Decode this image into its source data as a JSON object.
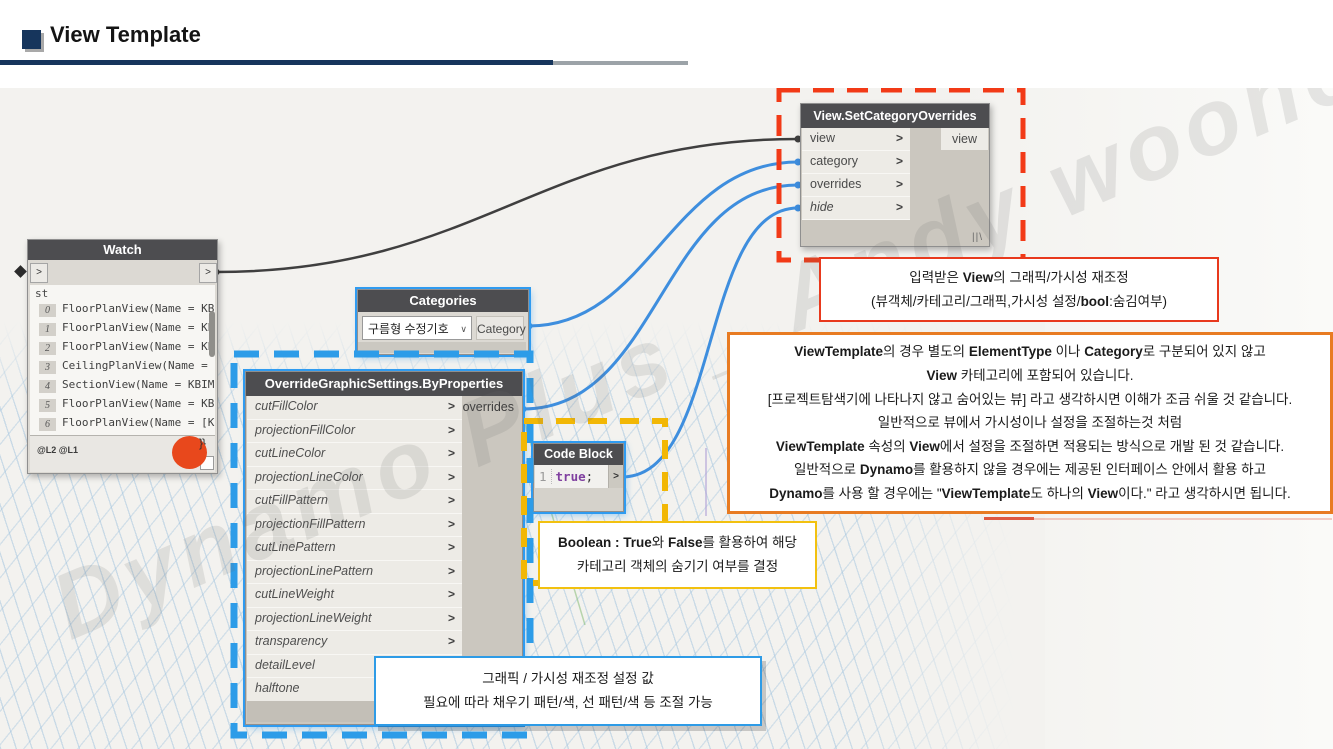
{
  "header": {
    "title": "View Template"
  },
  "watermark": "Dynamo Plus _ Andy woohol",
  "ui": {
    "port_chevron": ">",
    "dropdown_chevron": "∨"
  },
  "colors": {
    "title_navy": "#16355c",
    "node_header": "#4d4d50",
    "selection_blue": "#2f9bf0",
    "wire_blue": "#3e8ede",
    "wire_dark": "#3f3f3f",
    "dashed_red": "#f23a17",
    "dashed_blue": "#2d9ce8",
    "dashed_yellow": "#f2b705",
    "note_orange_border": "#e87b22",
    "annotation_circle": "#e8481c"
  },
  "nodes": {
    "watch": {
      "title": "Watch",
      "in_port": ">",
      "out_port": ">",
      "list_prefix": "st",
      "items": [
        {
          "idx": "0",
          "text": "FloorPlanView(Name = KB"
        },
        {
          "idx": "1",
          "text": "FloorPlanView(Name = KB"
        },
        {
          "idx": "2",
          "text": "FloorPlanView(Name = KB"
        },
        {
          "idx": "3",
          "text": "CeilingPlanView(Name = I"
        },
        {
          "idx": "4",
          "text": "SectionView(Name = KBIMS"
        },
        {
          "idx": "5",
          "text": "FloorPlanView(Name = KB"
        },
        {
          "idx": "6",
          "text": "FloorPlanView(Name = [K"
        }
      ],
      "footer_levels": "@L2 @L1",
      "brace": "}"
    },
    "categories": {
      "title": "Categories",
      "dropdown_value": "구름형 수정기호",
      "output": "Category"
    },
    "override": {
      "title": "OverrideGraphicSettings.ByProperties",
      "inputs": [
        "cutFillColor",
        "projectionFillColor",
        "cutLineColor",
        "projectionLineColor",
        "cutFillPattern",
        "projectionFillPattern",
        "cutLinePattern",
        "projectionLinePattern",
        "cutLineWeight",
        "projectionLineWeight",
        "transparency",
        "detailLevel",
        "halftone"
      ],
      "output": "overrides"
    },
    "codeblock": {
      "title": "Code Block",
      "line_no": "1",
      "code": "true",
      "semicolon": ";",
      "out_port": ">"
    },
    "setoverrides": {
      "title": "View.SetCategoryOverrides",
      "inputs": [
        "view",
        "category",
        "overrides",
        "hide"
      ],
      "output": "view",
      "lacing": "||\\"
    }
  },
  "annotations": {
    "red_note": {
      "lines": [
        [
          {
            "t": "입력받은 "
          },
          {
            "t": "View",
            "b": 1
          },
          {
            "t": "의 그래픽/가시성 재조정"
          }
        ],
        [
          {
            "t": "(뷰객체/카테고리/그래픽,가시성 설정/"
          },
          {
            "t": "bool",
            "b": 1
          },
          {
            "t": ":숨김여부)"
          }
        ]
      ]
    },
    "orange_note": {
      "lines": [
        [
          {
            "t": "ViewTemplate",
            "b": 1
          },
          {
            "t": "의 경우 별도의 "
          },
          {
            "t": "ElementType",
            "b": 1
          },
          {
            "t": " 이나 "
          },
          {
            "t": "Category",
            "b": 1
          },
          {
            "t": "로 구분되어 있지 않고"
          }
        ],
        [
          {
            "t": "View",
            "b": 1
          },
          {
            "t": " 카테고리에 포함되어 있습니다."
          }
        ],
        [
          {
            "t": "[프로젝트탐색기에 나타나지 않고 숨어있는 뷰] 라고 생각하시면 이해가 조금 쉬울 것 같습니다."
          }
        ],
        [
          {
            "t": "일반적으로 뷰에서 가시성이나 설정을 조절하는것 처럼"
          }
        ],
        [
          {
            "t": "ViewTemplate",
            "b": 1
          },
          {
            "t": " 속성의 "
          },
          {
            "t": "View",
            "b": 1
          },
          {
            "t": "에서 설정을 조절하면 적용되는 방식으로 개발 된 것 같습니다."
          }
        ],
        [
          {
            "t": "일반적으로 "
          },
          {
            "t": "Dynamo",
            "b": 1
          },
          {
            "t": "를 활용하지 않을 경우에는 제공된 인터페이스 안에서 활용 하고"
          }
        ],
        [
          {
            "t": "Dynamo",
            "b": 1
          },
          {
            "t": "를 사용 할 경우에는 \""
          },
          {
            "t": "ViewTemplate",
            "b": 1
          },
          {
            "t": "도 하나의 "
          },
          {
            "t": "View",
            "b": 1
          },
          {
            "t": "이다.\" 라고 생각하시면 됩니다."
          }
        ]
      ]
    },
    "yellow_note": {
      "lines": [
        [
          {
            "t": "Boolean : True",
            "b": 1
          },
          {
            "t": "와 "
          },
          {
            "t": "False",
            "b": 1
          },
          {
            "t": "를 활용하여 해당"
          }
        ],
        [
          {
            "t": "카테고리 객체의 숨기기 여부를 결정"
          }
        ]
      ]
    },
    "blue_note": {
      "lines": [
        [
          {
            "t": "그래픽 / 가시성 재조정 설정 값"
          }
        ],
        [
          {
            "t": "필요에 따라 채우기 패턴/색, 선 패턴/색 등 조절 가능"
          }
        ]
      ]
    }
  }
}
